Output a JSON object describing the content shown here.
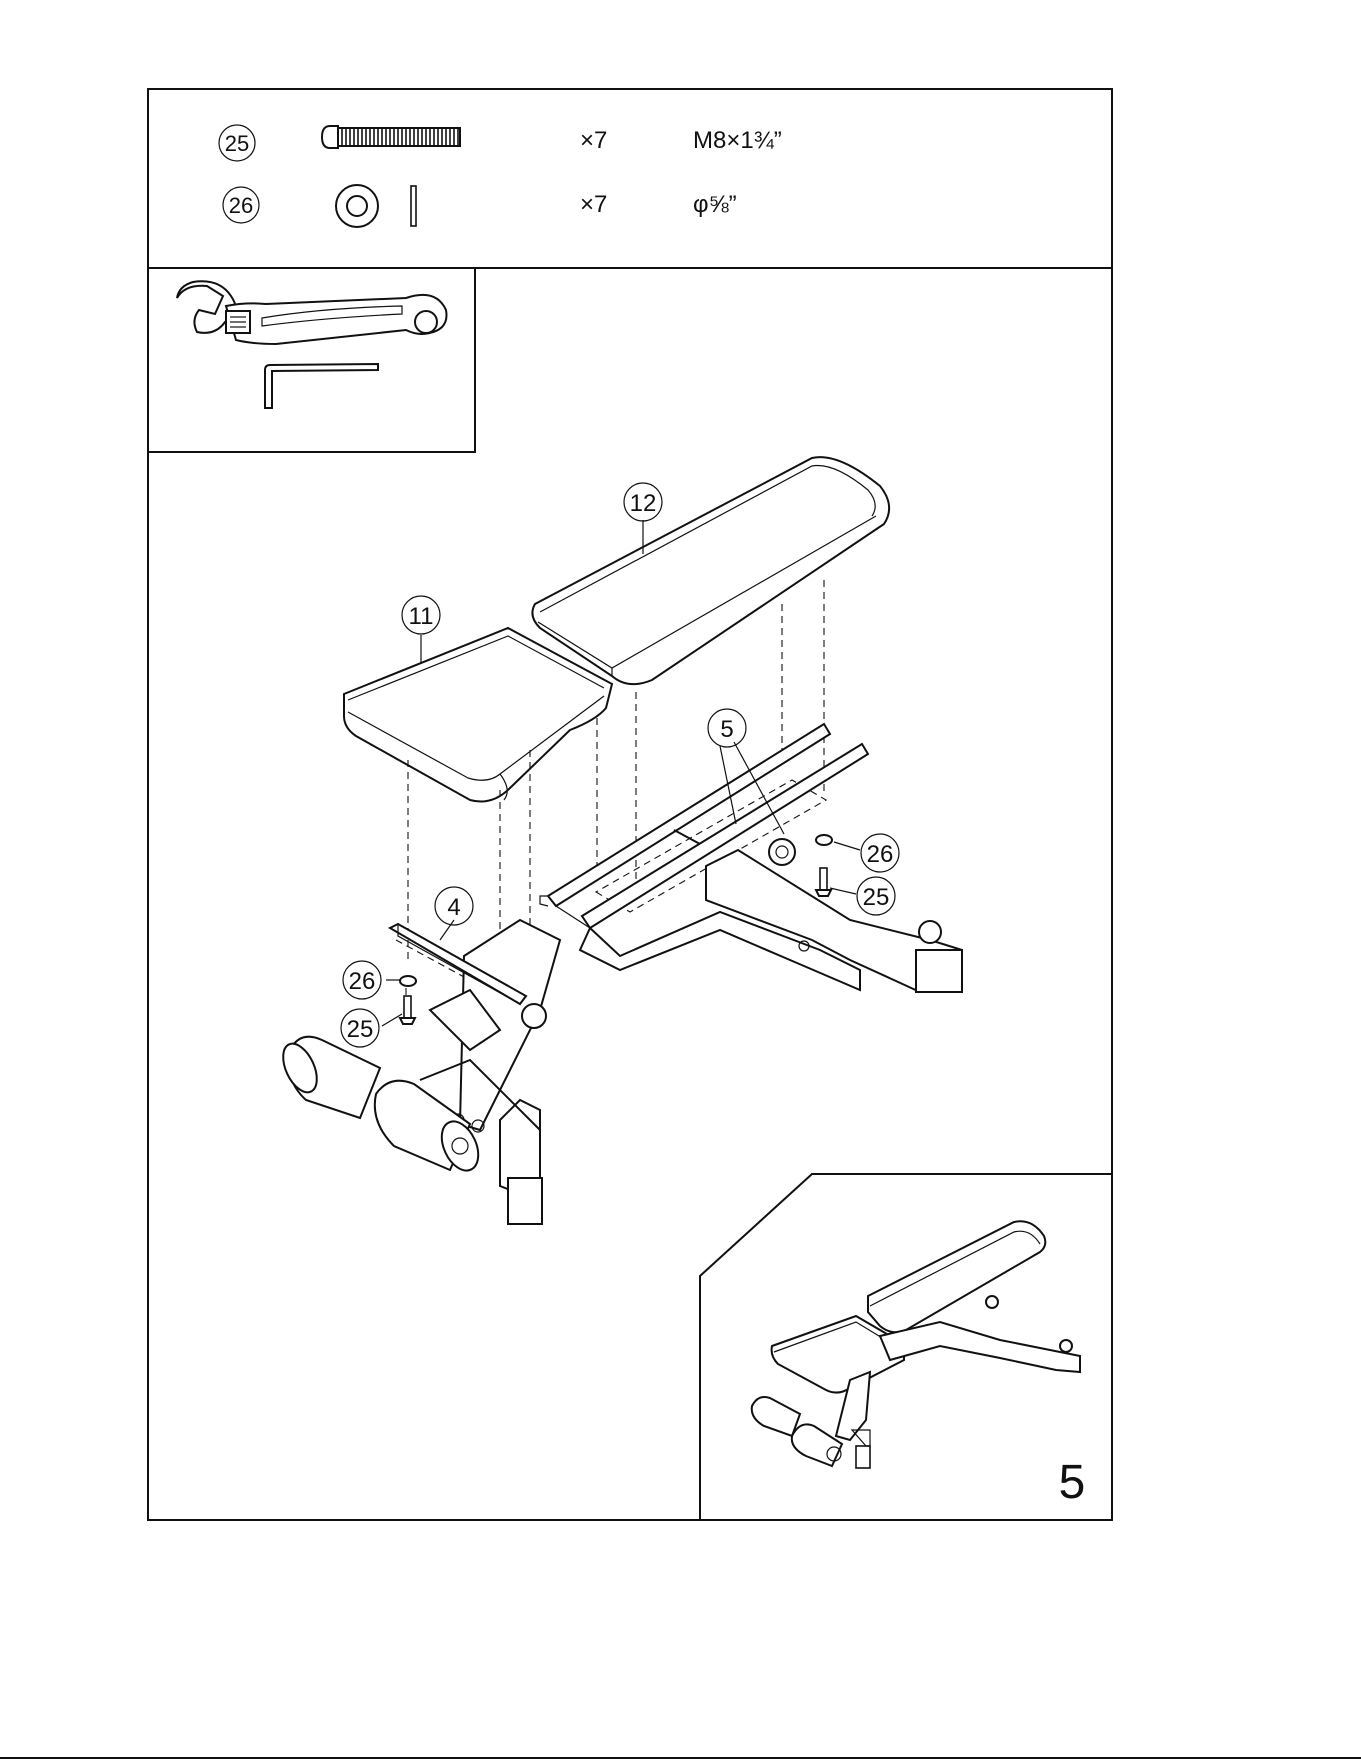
{
  "hardware": [
    {
      "part": "25",
      "qty": "×7",
      "spec": "M8×1¾”",
      "icon": "bolt-icon"
    },
    {
      "part": "26",
      "qty": "×7",
      "spec": "φ⅝”",
      "icon": "washer-icon"
    }
  ],
  "tools": [
    "adjustable-wrench-icon",
    "allen-key-icon"
  ],
  "callouts": {
    "seat_pad": "11",
    "back_pad": "12",
    "seat_bracket": "4",
    "back_rails": "5",
    "washer_front": "26",
    "bolt_front": "25",
    "washer_rear": "26",
    "bolt_rear": "25"
  },
  "step_number": "5"
}
